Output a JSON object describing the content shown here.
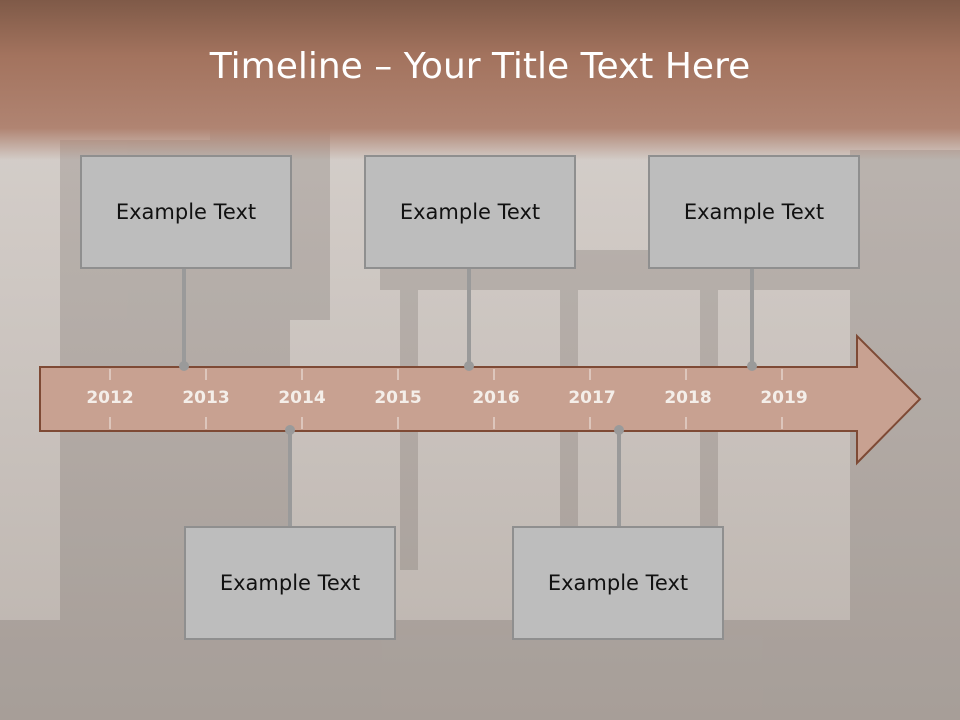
{
  "title": "Timeline – Your Title Text Here",
  "years": [
    "2012",
    "2013",
    "2014",
    "2015",
    "2016",
    "2017",
    "2018",
    "2019"
  ],
  "events": [
    {
      "text": "Example Text"
    },
    {
      "text": "Example Text"
    },
    {
      "text": "Example Text"
    },
    {
      "text": "Example Text"
    },
    {
      "text": "Example Text"
    }
  ],
  "colors": {
    "header": "#a0705b",
    "arrow_fill": "#c8a191",
    "arrow_stroke": "#7e4a35",
    "box_fill": "#bdbdbd",
    "connector": "#9a9a9a"
  }
}
